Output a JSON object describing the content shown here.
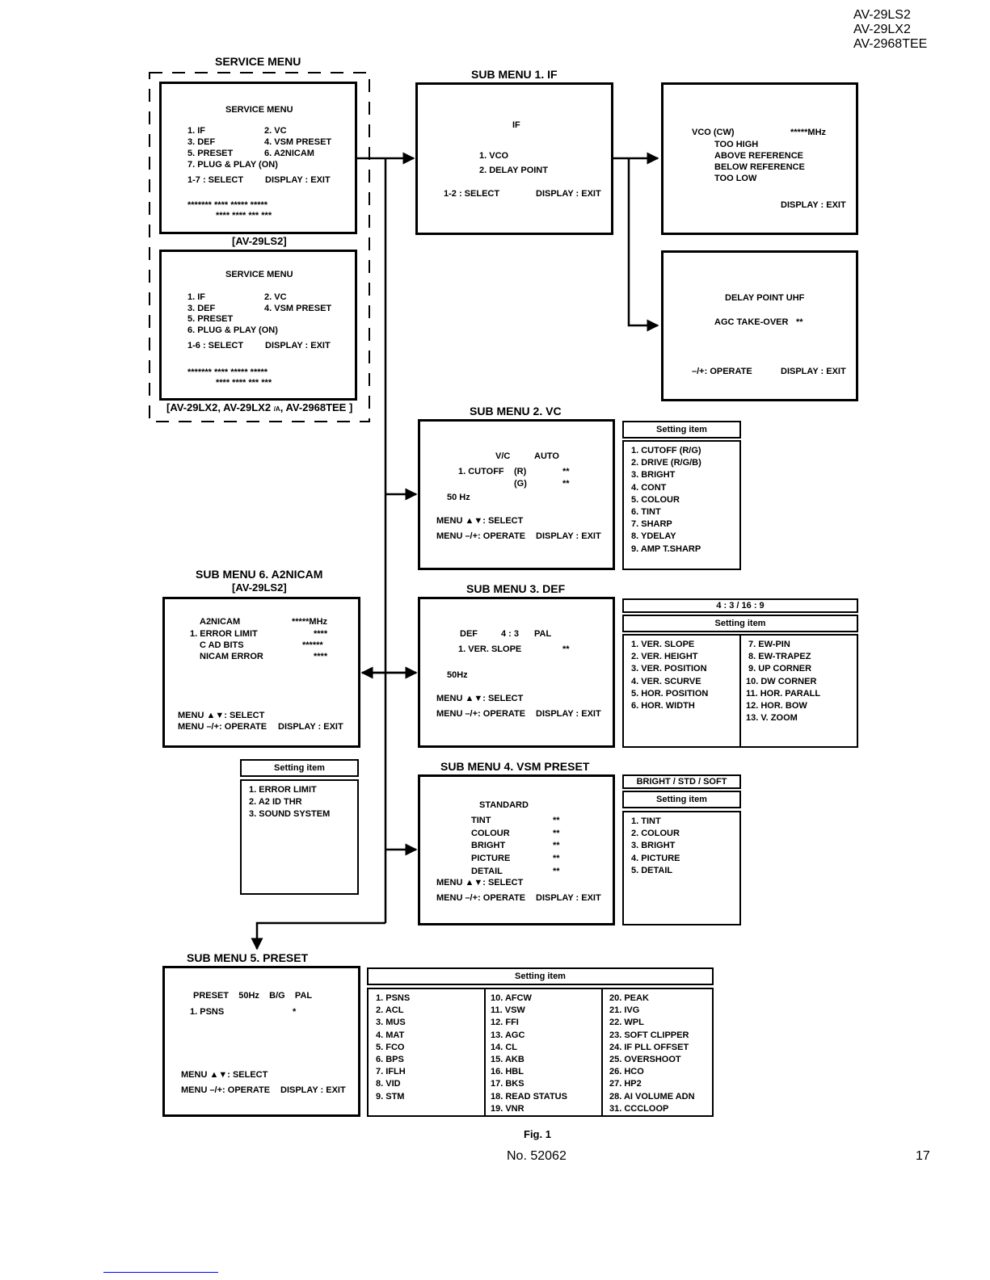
{
  "header": {
    "models": [
      "AV-29LS2",
      "AV-29LX2",
      "AV-2968TEE"
    ]
  },
  "service_menu": {
    "title": "SERVICE MENU",
    "ls2": {
      "title": "SERVICE MENU",
      "items": [
        "1. IF",
        "2. VC",
        "3. DEF",
        "4. VSM PRESET",
        "5. PRESET",
        "6. A2NICAM",
        "7. PLUG & PLAY (ON)"
      ],
      "select": "1-7 : SELECT",
      "exit": "DISPLAY : EXIT",
      "stars1": "******* **** ***** *****",
      "stars2": "**** **** *** ***",
      "caption": "[AV-29LS2]"
    },
    "lx2": {
      "title": "SERVICE MENU",
      "items": [
        "1. IF",
        "2. VC",
        "3. DEF",
        "4. VSM PRESET",
        "5. PRESET",
        "6. PLUG & PLAY (ON)"
      ],
      "select": "1-6 : SELECT",
      "exit": "DISPLAY : EXIT",
      "stars1": "******* **** ***** *****",
      "stars2": "**** **** *** ***",
      "caption_a": "[AV-29LX2, AV-29LX2 ",
      "caption_sub": "/A",
      "caption_b": ", AV-2968TEE ]"
    }
  },
  "sub1": {
    "title": "SUB MENU 1. IF",
    "screen_title": "IF",
    "items": [
      "1. VCO",
      "2. DELAY POINT"
    ],
    "select": "1-2 : SELECT",
    "exit": "DISPLAY : EXIT"
  },
  "vco": {
    "label": "VCO (CW)",
    "value": "*****MHz",
    "lines": [
      "TOO HIGH",
      "ABOVE REFERENCE",
      "BELOW REFERENCE",
      "TOO LOW"
    ],
    "exit": "DISPLAY : EXIT"
  },
  "delay": {
    "title": "DELAY POINT UHF",
    "agc": "AGC TAKE-OVER",
    "agc_value": "**",
    "operate": "–/+: OPERATE",
    "exit": "DISPLAY : EXIT"
  },
  "sub2": {
    "title": "SUB MENU 2. VC",
    "vc": "V/C",
    "auto": "AUTO",
    "cutoff": "1. CUTOFF",
    "r": "(R)",
    "g": "(G)",
    "rval": "**",
    "gval": "**",
    "hz": "50 Hz",
    "select": "MENU ▲▼: SELECT",
    "operate": "MENU –/+: OPERATE",
    "exit": "DISPLAY : EXIT",
    "setting_header": "Setting item",
    "setting_items": [
      "1. CUTOFF (R/G)",
      "2. DRIVE (R/G/B)",
      "3. BRIGHT",
      "4. CONT",
      "5. COLOUR",
      "6. TINT",
      "7. SHARP",
      "8. YDELAY",
      "9. AMP T.SHARP"
    ]
  },
  "sub3": {
    "title": "SUB MENU 3. DEF",
    "def": "DEF",
    "ratio": "4 : 3",
    "pal": "PAL",
    "item": "1. VER. SLOPE",
    "item_value": "**",
    "hz": "50Hz",
    "select": "MENU ▲▼: SELECT",
    "operate": "MENU –/+: OPERATE",
    "exit": "DISPLAY : EXIT",
    "aspect_header": "4 : 3 / 16 : 9",
    "setting_header": "Setting item",
    "col1": [
      "1. VER. SLOPE",
      "2. VER. HEIGHT",
      "3. VER. POSITION",
      "4. VER. SCURVE",
      "5. HOR. POSITION",
      "6. HOR. WIDTH"
    ],
    "col2": [
      " 7. EW-PIN",
      " 8. EW-TRAPEZ",
      " 9. UP CORNER",
      "10. DW CORNER",
      "11. HOR. PARALL",
      "12. HOR. BOW",
      "13. V. ZOOM"
    ]
  },
  "sub4": {
    "title": "SUB MENU 4. VSM PRESET",
    "mode": "STANDARD",
    "rows": [
      {
        "label": "TINT",
        "value": "**"
      },
      {
        "label": "COLOUR",
        "value": "**"
      },
      {
        "label": "BRIGHT",
        "value": "**"
      },
      {
        "label": "PICTURE",
        "value": "**"
      },
      {
        "label": "DETAIL",
        "value": "**"
      }
    ],
    "select": "MENU ▲▼: SELECT",
    "operate": "MENU –/+: OPERATE",
    "exit": "DISPLAY : EXIT",
    "mode_header": "BRIGHT / STD / SOFT",
    "setting_header": "Setting item",
    "setting_items": [
      "1. TINT",
      "2. COLOUR",
      "3. BRIGHT",
      "4. PICTURE",
      "5. DETAIL"
    ]
  },
  "sub5": {
    "title": "SUB MENU 5. PRESET",
    "line1": "PRESET    50Hz    B/G    PAL",
    "item": "1. PSNS",
    "item_value": "*",
    "select": "MENU ▲▼: SELECT",
    "operate": "MENU –/+: OPERATE",
    "exit": "DISPLAY : EXIT",
    "setting_header": "Setting item",
    "col1": [
      "1. PSNS",
      "2. ACL",
      "3. MUS",
      "4. MAT",
      "5. FCO",
      "6. BPS",
      "7. IFLH",
      "8. VID",
      "9. STM"
    ],
    "col2": [
      "10. AFCW",
      "11. VSW",
      "12. FFI",
      "13. AGC",
      "14. CL",
      "15. AKB",
      "16. HBL",
      "17. BKS",
      "18. READ STATUS",
      "19. VNR"
    ],
    "col3": [
      "20. PEAK",
      "21. IVG",
      "22. WPL",
      "23. SOFT CLIPPER",
      "24. IF PLL OFFSET",
      "25. OVERSHOOT",
      "26. HCO",
      "27. HP2",
      "28. AI VOLUME ADN",
      "31. CCCLOOP"
    ]
  },
  "sub6": {
    "title": "SUB MENU 6. A2NICAM",
    "model": "[AV-29LS2]",
    "label": "A2NICAM",
    "value": "*****MHz",
    "rows": [
      {
        "label": "1. ERROR LIMIT",
        "value": "****"
      },
      {
        "label": "C AD BITS",
        "value": "******"
      },
      {
        "label": "NICAM ERROR",
        "value": "****"
      }
    ],
    "select": "MENU ▲▼: SELECT",
    "operate": "MENU –/+: OPERATE",
    "exit": "DISPLAY : EXIT",
    "setting_header": "Setting item",
    "setting_items": [
      "1. ERROR LIMIT",
      "2. A2 ID THR",
      "3. SOUND SYSTEM"
    ]
  },
  "footer": {
    "fig": "Fig. 1",
    "doc_no": "No. 52062",
    "page": "17"
  }
}
